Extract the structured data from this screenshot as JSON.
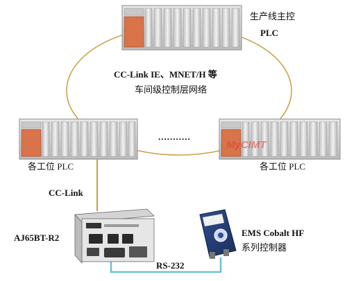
{
  "diagram": {
    "main_plc_label_line1": "生产线主控",
    "main_plc_label_line2": "PLC",
    "network_label_line1": "CC-Link IE、MNET/H 等",
    "network_label_line2": "车间级控制层网络",
    "station_plc_left_label": "各工位 PLC",
    "station_plc_right_label": "各工位 PLC",
    "ellipsis": "...........",
    "cclink_label": "CC-Link",
    "module_label": "AJ65BT-R2",
    "rs232_label": "RS-232",
    "controller_label_line1": "EMS  Cobalt  HF",
    "controller_label_line2": "系列控制器",
    "watermark_text": "MyCIMT",
    "colors": {
      "ring": "#c9a24a",
      "cclink_line": "#d49a3a",
      "rs232_line": "#6cc0d8",
      "plc_body": "#d9d9d9",
      "plc_power": "#d9734a",
      "watermark": "#e23a2e"
    }
  }
}
